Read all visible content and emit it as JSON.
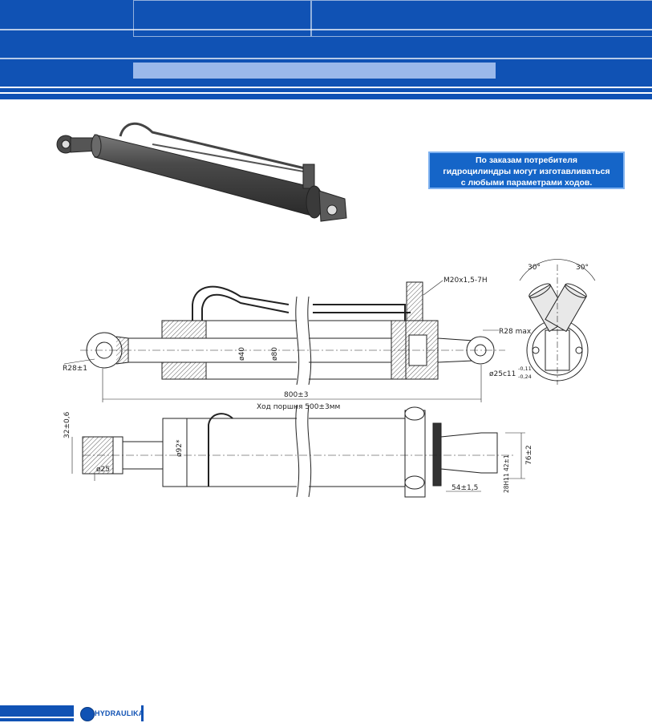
{
  "note": {
    "lines": [
      "По заказам потребителя",
      "гидроцилиндры могут изготавливаться",
      "с любыми параметрами ходов."
    ]
  },
  "dimensions": {
    "thread": "M20x1,5-7H",
    "angle_left": "30°",
    "angle_right": "30°",
    "radius_max": "R28 max",
    "radius_left": "R28±1",
    "rod_dia": "ø40",
    "bore_dia": "ø80",
    "pin_dia": "ø25c11",
    "pin_tol_upper": "-0,11",
    "pin_tol_lower": "-0,24",
    "total_length": "800±3",
    "stroke": "Ход поршня 500±3мм",
    "eye_width": "32±0,6",
    "eye_pin": "ø25",
    "cyl_dia": "ø92*",
    "clevis_height": "76±2",
    "clevis_gap": "28H11",
    "clevis_gap_extra": "42±1",
    "clevis_len": "54±1,5"
  },
  "footer": {
    "logo_text": "HYDRAULIKA"
  },
  "colors": {
    "header_blue": "#1052b4",
    "light_band": "#9ab8ea",
    "note_bg": "#1565c8"
  }
}
